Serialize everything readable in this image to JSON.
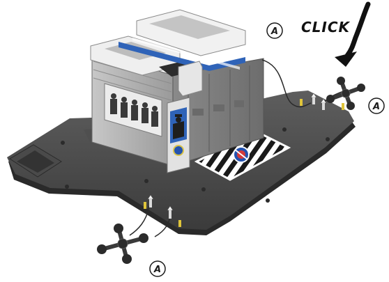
{
  "instruction": {
    "click_text": "CLICK"
  },
  "callouts": [
    {
      "id": "top",
      "letter": "A"
    },
    {
      "id": "right",
      "letter": "A"
    },
    {
      "id": "bottom",
      "letter": "A"
    }
  ],
  "colors": {
    "base_dark": "#3f3f3f",
    "base_edge": "#2a2a2a",
    "base_top": "#595959",
    "building_light": "#d6d6d6",
    "building_mid": "#a9a9a9",
    "building_dark": "#7c7c7c",
    "accent_blue": "#2f63b8",
    "stripe_black": "#1a1a1a",
    "stripe_white": "#ffffff",
    "target_red": "#d33b3b",
    "target_blue": "#2453b0"
  },
  "icons": {
    "instruction_arrow": "curved-arrow-down-left-icon",
    "connector": "cross-connector-icon"
  }
}
